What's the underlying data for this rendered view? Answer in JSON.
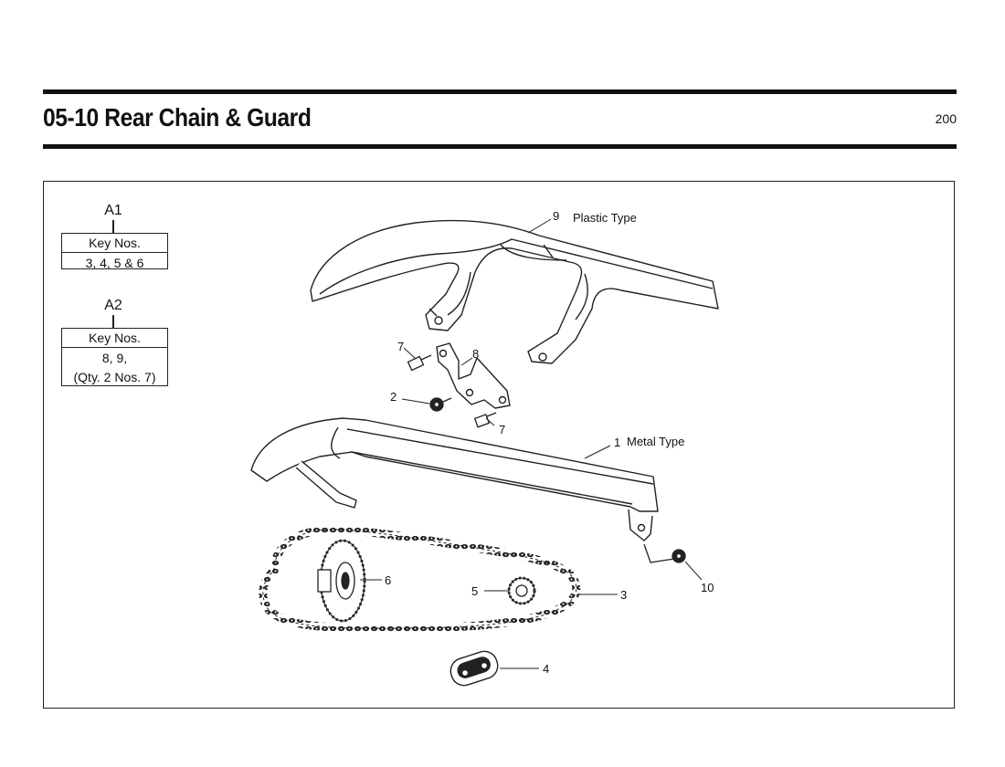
{
  "header": {
    "title": "05-10 Rear Chain & Guard",
    "page_number": "200"
  },
  "legend": {
    "a1": {
      "label": "A1",
      "heading": "Key Nos.",
      "lines": [
        "3, 4, 5 & 6"
      ]
    },
    "a2": {
      "label": "A2",
      "heading": "Key Nos.",
      "lines": [
        "8, 9,",
        "(Qty. 2 Nos. 7)"
      ]
    }
  },
  "callouts": {
    "c1": "1",
    "c1_text": "Metal Type",
    "c2": "2",
    "c3": "3",
    "c4": "4",
    "c5": "5",
    "c6": "6",
    "c7a": "7",
    "c7b": "7",
    "c8": "8",
    "c9": "9",
    "c9_text": "Plastic Type",
    "c10": "10"
  }
}
